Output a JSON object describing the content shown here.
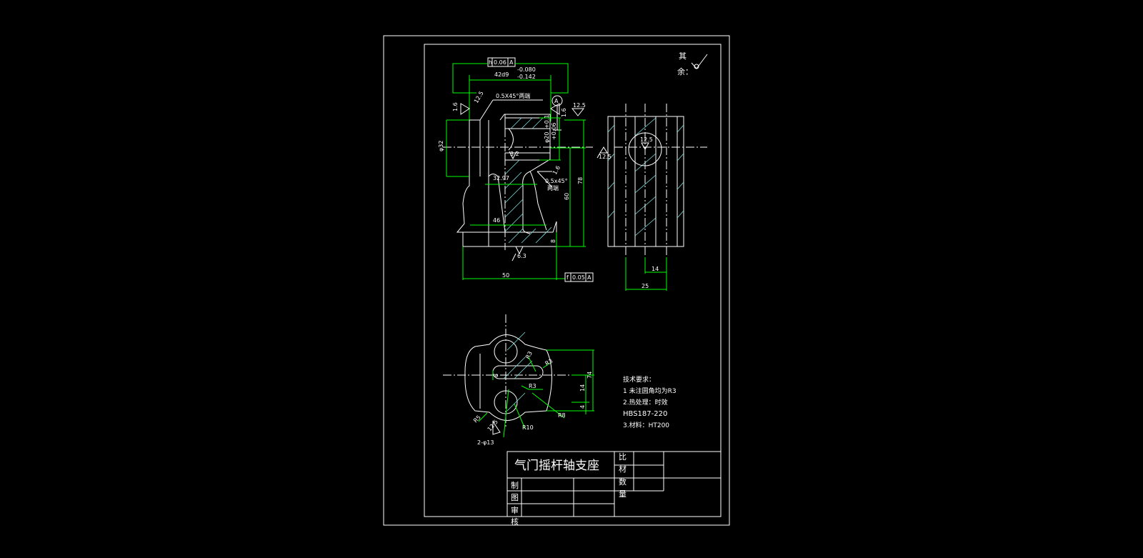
{
  "title_block": {
    "part_name": "气门摇杆轴支座",
    "labels_left": [
      "制",
      "图",
      "审",
      "核"
    ],
    "labels_right": [
      "比",
      "材",
      "数",
      "量"
    ]
  },
  "roughness_note": {
    "text1": "其",
    "text2": "余："
  },
  "front_view": {
    "tolerance_frame": {
      "symbol": "h",
      "value": "0.06",
      "datum": "A"
    },
    "dim_top": "42d9",
    "dim_top_upper": "-0.080",
    "dim_top_lower": "-0.142",
    "chamfer_top": "0.5X45°两端",
    "rough_left": "1.6",
    "rough_top": "12.5",
    "rough_slot": "12.5",
    "rough_right": "1.6",
    "datum": "A",
    "dim_phi32": "φ32",
    "dim_bore": "φ20",
    "bore_tol_upper": "+0.1",
    "bore_tol_lower": "+0.06",
    "rough_bore": "3.2",
    "dim_3297": "32.97",
    "chamfer_mid": "0.5x45°",
    "chamfer_mid_note": "两端",
    "rough_chamfer": "1.6",
    "dim_46": "46",
    "dim_50": "50",
    "dim_60": "60",
    "dim_78": "78",
    "dim_8": "8",
    "rough_bottom": "6.3",
    "flatness_frame": {
      "symbol": "f",
      "value": "0.05",
      "datum": "A"
    }
  },
  "side_view": {
    "rough_left": "12.5",
    "rough_circle": "12.5",
    "dim_14": "14",
    "dim_25": "25"
  },
  "top_view": {
    "r3a": "R3",
    "r3b": "R3",
    "r3c": "R3",
    "r8": "R8",
    "r10": "R10",
    "r5": "R5",
    "dim_8": "8",
    "dim_74": "74",
    "dim_14": "14",
    "dim_4": "4",
    "rough": "12.5",
    "holes": "2-φ13"
  },
  "tech_requirements": {
    "title": "技术要求：",
    "items": [
      "1 未注圆角均为R3",
      "2.热处理：时效",
      "HBS187-220",
      "3.材料：HT200"
    ]
  }
}
